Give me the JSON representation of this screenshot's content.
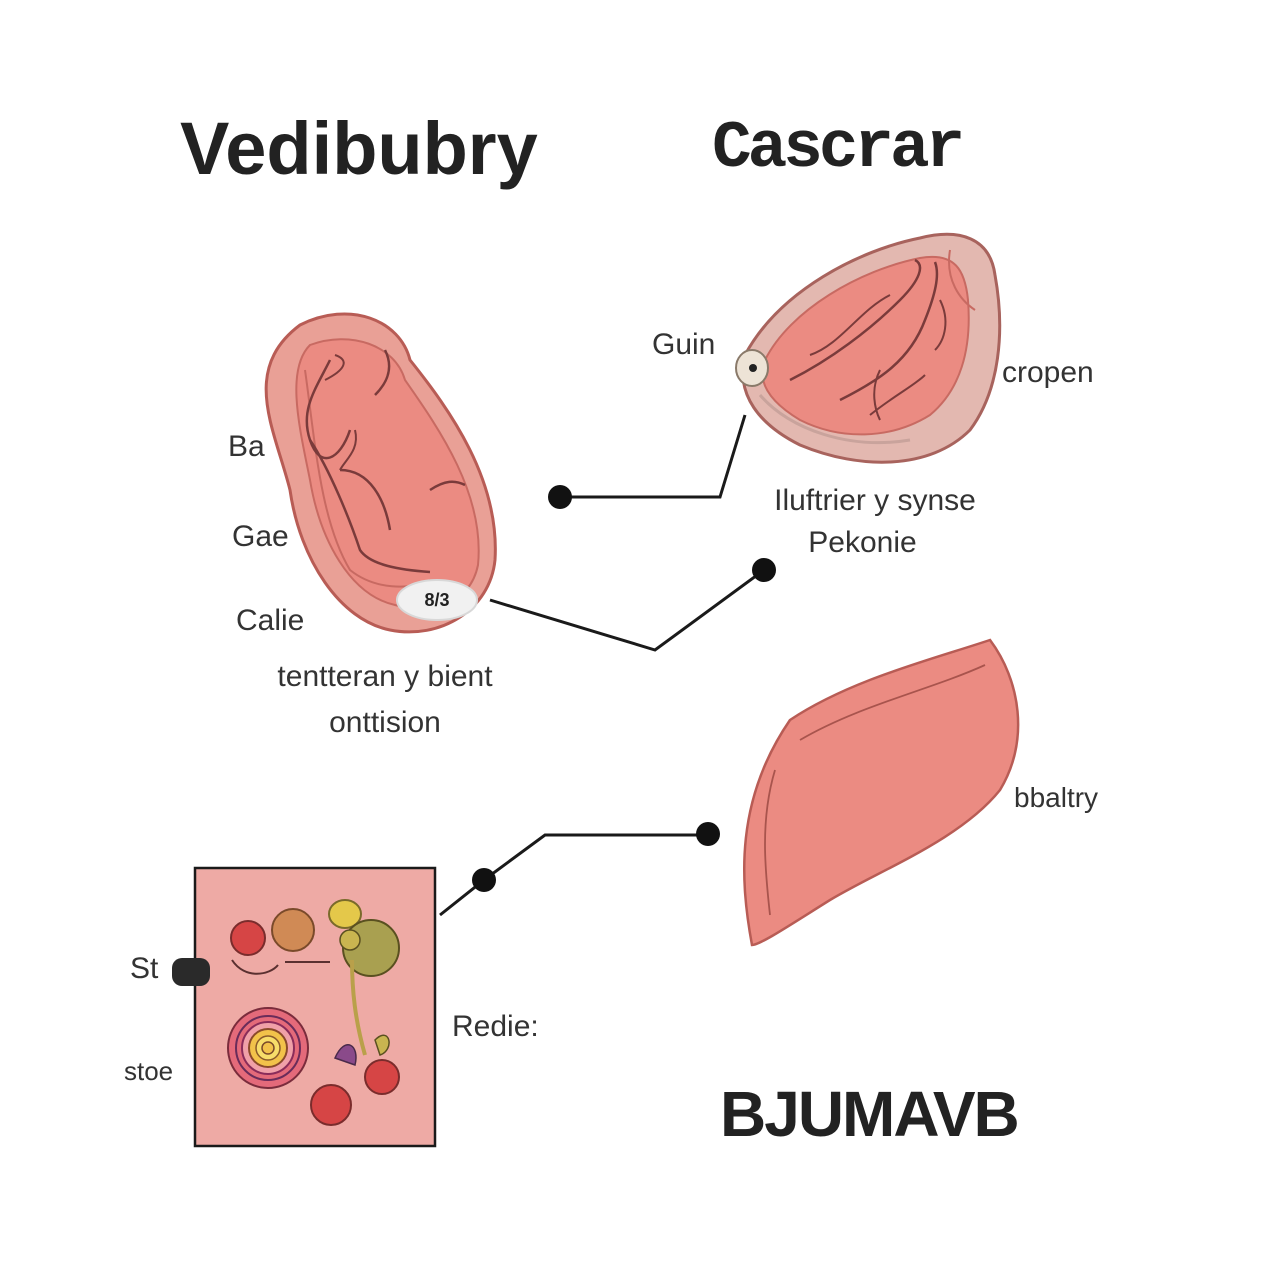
{
  "titles": {
    "left": "Vedibubry",
    "right": "Cascrar",
    "bottom_right": "BJUMAVB"
  },
  "labels": {
    "ba": "Ba",
    "gae": "Gae",
    "calie": "Calie",
    "tenteran_line1": "tentteran y bient",
    "tenteran_line2": "onttision",
    "guin": "Guin",
    "cropen": "cropen",
    "iluftrier_line1": "Iluftrier y synse",
    "iluftrier_line2": "Pekonie",
    "bbaltry": "bbaltry",
    "st": "St",
    "stoe": "stoe",
    "redie": "Redie:",
    "badge_organ": "8/3"
  },
  "colors": {
    "organ_fill": "#eb8b82",
    "organ_edge": "#b85c55",
    "panel_fill": "#eeaaa5",
    "vessel": "#7a3b3b",
    "line": "#1a1a1a"
  }
}
